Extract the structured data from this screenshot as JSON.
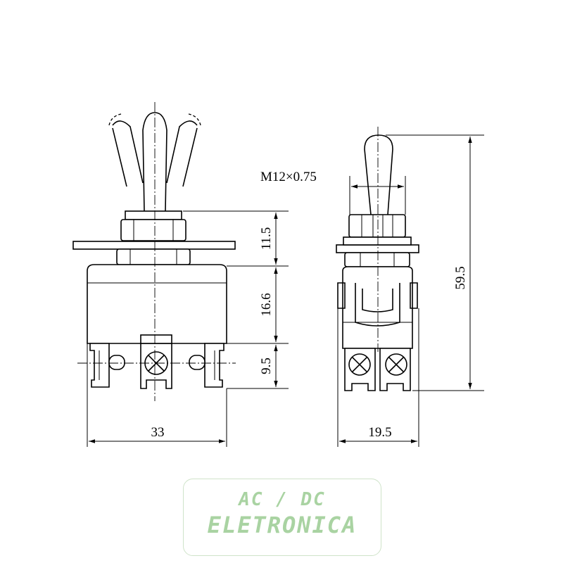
{
  "front_view": {
    "dim_height_top": "11.5",
    "dim_height_body": "16.6",
    "dim_height_terminals": "9.5",
    "dim_width": "33"
  },
  "side_view": {
    "thread_label": "M12×0.75",
    "dim_total_height": "59.5",
    "dim_width": "19.5"
  },
  "logo": {
    "line1": "AC / DC",
    "line2": "ELETRONICA",
    "color": "#a9d3a2"
  }
}
